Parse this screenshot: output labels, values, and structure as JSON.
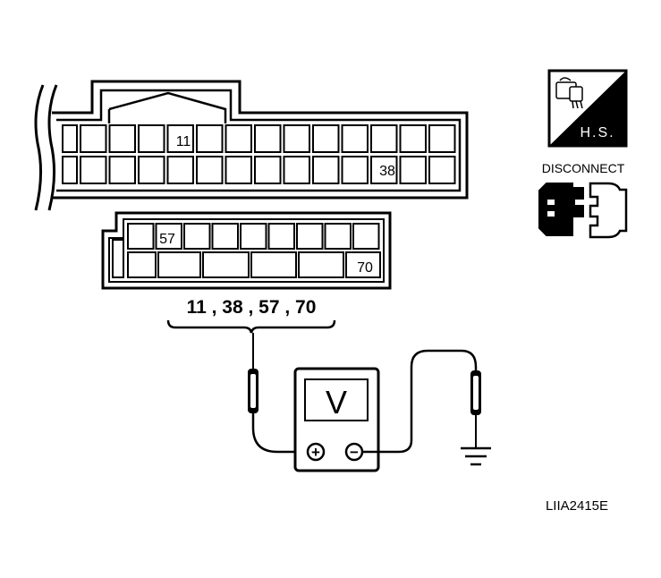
{
  "connector_a": {
    "pin_top": "11",
    "pin_bottom": "38"
  },
  "connector_b": {
    "pin_top": "57",
    "pin_bottom": "70"
  },
  "terminal_list": "11 , 38 , 57 , 70",
  "meter": {
    "display": "V",
    "plus_symbol": "+",
    "minus_symbol": "−"
  },
  "hs_badge": {
    "label": "H.S."
  },
  "disconnect_label": "DISCONNECT",
  "figure_code": "LIIA2415E"
}
